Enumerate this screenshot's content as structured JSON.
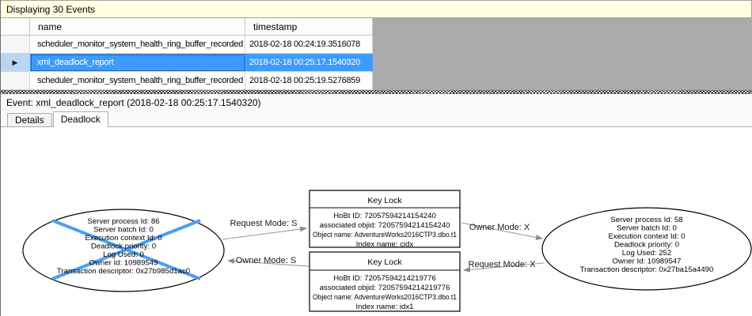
{
  "header": {
    "title": "Displaying 30 Events"
  },
  "grid": {
    "columns": [
      "name",
      "timestamp"
    ],
    "current_row_marker": "▶",
    "rows": [
      {
        "name": "scheduler_monitor_system_health_ring_buffer_recorded",
        "timestamp": "2018-02-18 00:24:19.3516078",
        "selected": false
      },
      {
        "name": "xml_deadlock_report",
        "timestamp": "2018-02-18 00:25:17.1540320",
        "selected": true
      },
      {
        "name": "scheduler_monitor_system_health_ring_buffer_recorded",
        "timestamp": "2018-02-18 00:25:19.5276859",
        "selected": false
      }
    ]
  },
  "event_label": "Event: xml_deadlock_report (2018-02-18 00:25:17.1540320)",
  "tabs": [
    {
      "label": "Details",
      "active": false
    },
    {
      "label": "Deadlock",
      "active": true
    }
  ],
  "graph": {
    "processes": [
      {
        "victim": true,
        "lines": [
          "Server process Id: 86",
          "Server batch Id: 0",
          "Execution context Id: 0",
          "Deadlock priority: 0",
          "Log Used: 0",
          "Owner Id: 10989549",
          "Transaction descriptor: 0x27b985d1ac0"
        ]
      },
      {
        "victim": false,
        "lines": [
          "Server process Id: 58",
          "Server batch Id: 0",
          "Execution context Id: 0",
          "Deadlock priority: 0",
          "Log Used: 252",
          "Owner Id: 10989547",
          "Transaction descriptor: 0x27ba15a4490"
        ]
      }
    ],
    "resources": [
      {
        "title": "Key Lock",
        "lines": [
          "HoBt ID: 72057594214154240",
          "associated objid: 72057594214154240",
          "Object name: AdventureWorks2016CTP3.dbo.t1",
          "Index name: cidx"
        ]
      },
      {
        "title": "Key Lock",
        "lines": [
          "HoBt ID: 72057594214219776",
          "associated objid: 72057594214219776",
          "Object name: AdventureWorks2016CTP3.dbo.t1",
          "Index name: idx1"
        ]
      }
    ],
    "edges": [
      {
        "label": "Request Mode: S"
      },
      {
        "label": "Owner Mode: S"
      },
      {
        "label": "Owner Mode: X"
      },
      {
        "label": "Request Mode: X"
      }
    ]
  },
  "colors": {
    "events_header_bg": "#FFFFE1",
    "grid_empty_bg": "#ABABAB",
    "selection": "#3D9BFD",
    "selection_gutter": "#B9D7F3",
    "victim_cross": "#4B9FF2",
    "edge": "#9A9A9A"
  }
}
